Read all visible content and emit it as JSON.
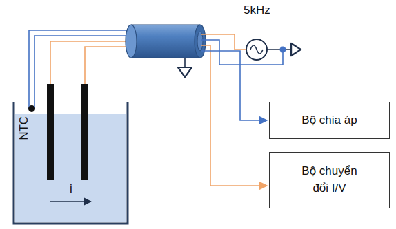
{
  "diagram": {
    "nodes": [
      {
        "text": [
          "Bộ chia áp"
        ]
      },
      {
        "text": [
          "Bộ chuyển đổi I/V"
        ]
      }
    ],
    "labels": [
      "5kHz",
      "NTC",
      "i"
    ]
  }
}
